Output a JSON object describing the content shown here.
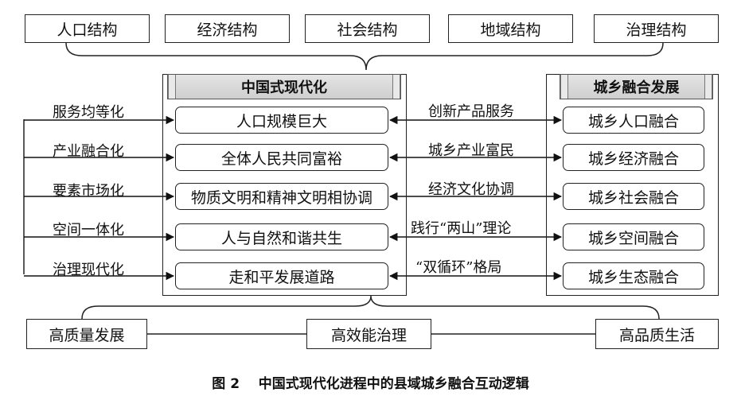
{
  "top_structures": [
    "人口结构",
    "经济结构",
    "社会结构",
    "地域结构",
    "治理结构"
  ],
  "left_panel": {
    "title": "中国式现代化",
    "items": [
      "人口规模巨大",
      "全体人民共同富裕",
      "物质文明和精神文明相协调",
      "人与自然和谐共生",
      "走和平发展道路"
    ]
  },
  "right_panel": {
    "title": "城乡融合发展",
    "items": [
      "城乡人口融合",
      "城乡经济融合",
      "城乡社会融合",
      "城乡空间融合",
      "城乡生态融合"
    ]
  },
  "left_labels": [
    "服务均等化",
    "产业融合化",
    "要素市场化",
    "空间一体化",
    "治理现代化"
  ],
  "link_labels": [
    "创新产品服务",
    "城乡产业富民",
    "经济文化协调",
    "践行“两山”理论",
    "“双循环”格局"
  ],
  "bottom_outcomes": [
    "高质量发展",
    "高效能治理",
    "高品质生活"
  ],
  "caption": {
    "figure_no": "图 2",
    "title": "中国式现代化进程中的县域城乡融合互动逻辑"
  }
}
